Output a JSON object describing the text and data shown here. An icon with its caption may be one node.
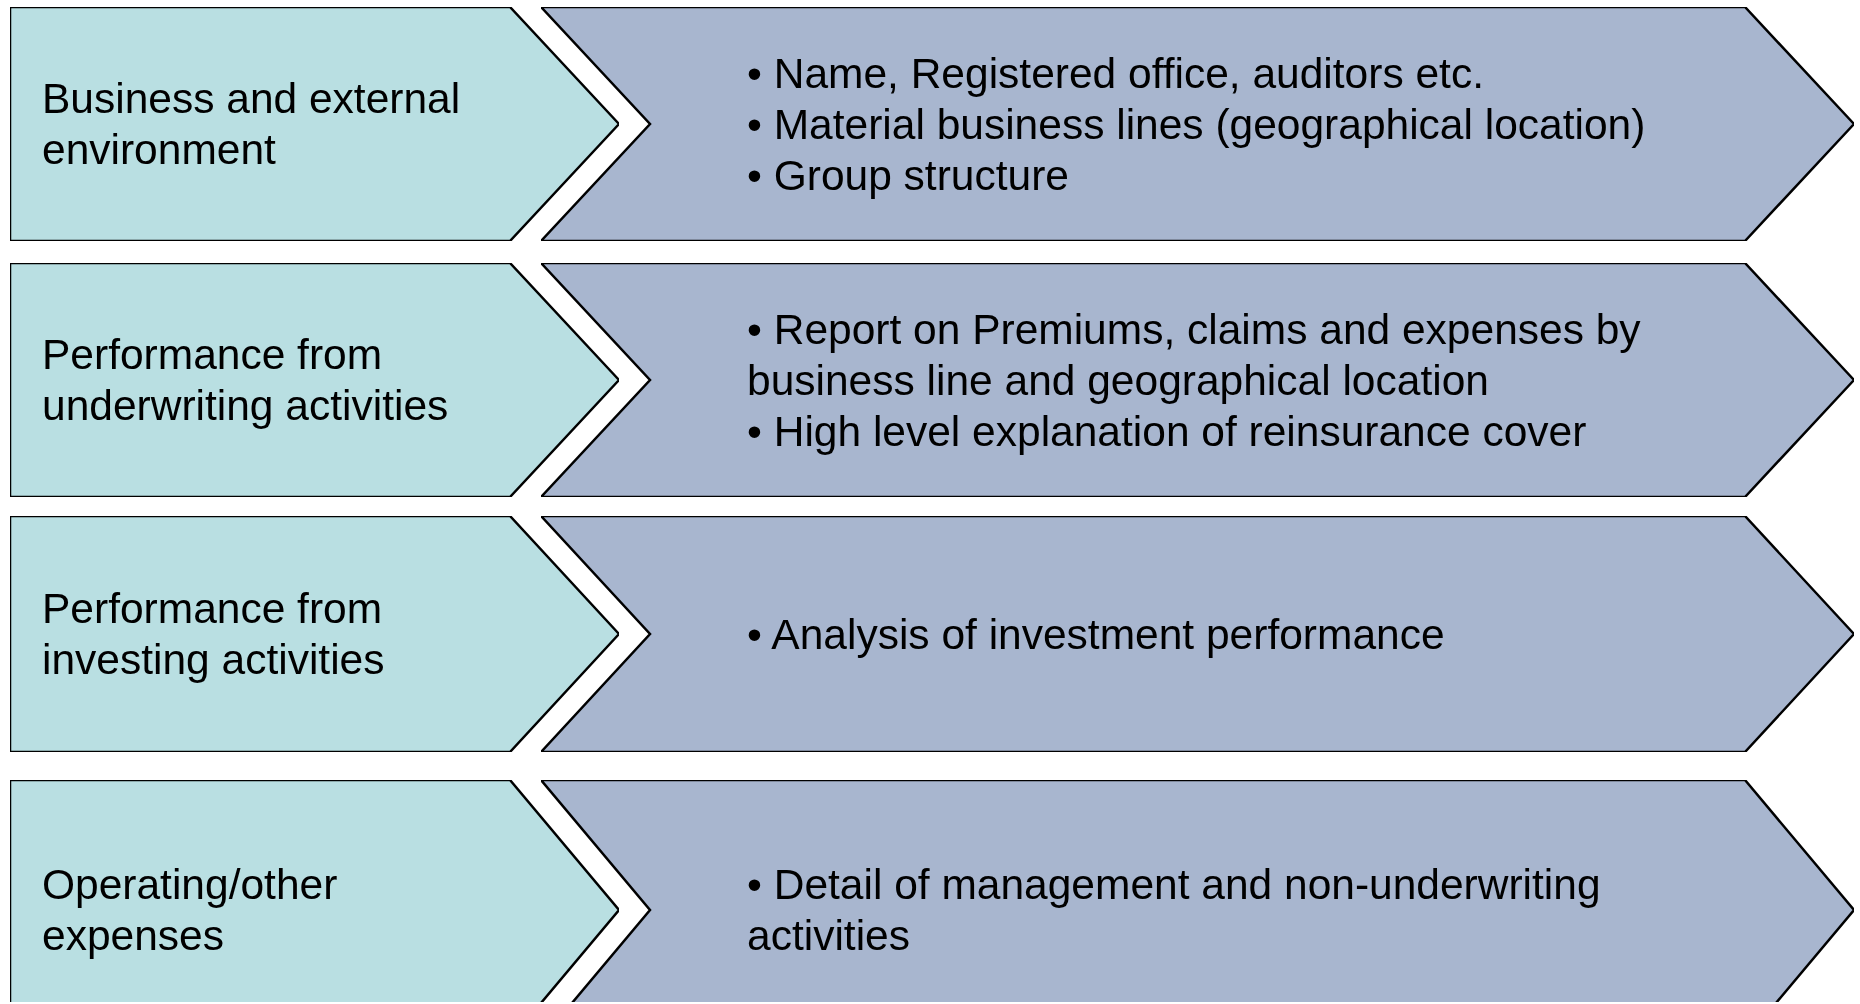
{
  "diagram": {
    "nodes": [
      {
        "text": [
          "Business and external environment"
        ]
      },
      {
        "text": [
          "• Name, Registered office, auditors etc.",
          "• Material business lines (geographical location)",
          "• Group structure"
        ]
      },
      {
        "text": [
          "Performance from underwriting activities"
        ]
      },
      {
        "text": [
          "• Report on Premiums, claims and expenses by business line and geographical location",
          "• High level explanation of reinsurance cover"
        ]
      },
      {
        "text": [
          "Performance from investing activities"
        ]
      },
      {
        "text": [
          "• Analysis of investment performance"
        ]
      },
      {
        "text": [
          "Operating/other expenses"
        ]
      },
      {
        "text": [
          "• Detail of management and non-underwriting activities"
        ]
      }
    ]
  }
}
